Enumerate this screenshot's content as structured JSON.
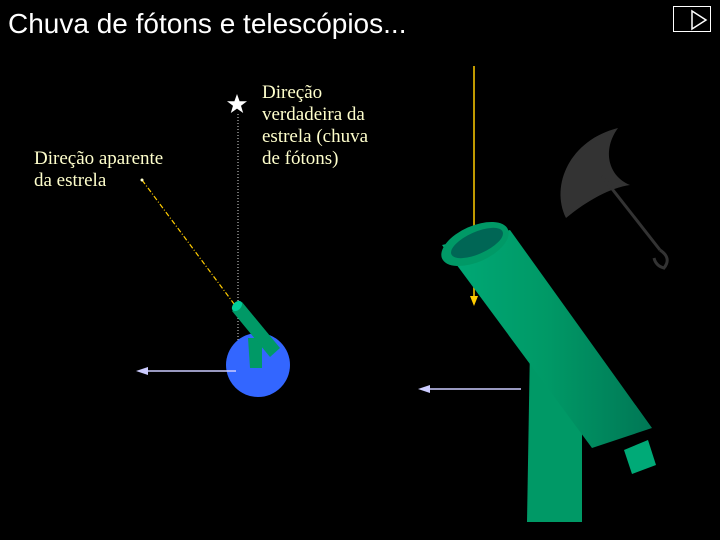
{
  "title": "Chuva de fótons e telescópios...",
  "labels": {
    "apparent": [
      "Direção aparente",
      "da estrela"
    ],
    "true_direction": [
      "Direção",
      "verdadeira da",
      "estrela (chuva",
      "de fótons)"
    ]
  },
  "icons": {
    "next": "play-triangle-icon",
    "star": "star-icon",
    "umbrella": "umbrella-icon"
  },
  "colors": {
    "background": "#000000",
    "title": "#ffffff",
    "label": "#ffffcc",
    "telescope": "#009966",
    "telescope_dark": "#006655",
    "earth": "#3366ff",
    "photon_ray": "#ffcc00",
    "motion_arrow": "#ccccff",
    "umbrella": "#333333"
  }
}
